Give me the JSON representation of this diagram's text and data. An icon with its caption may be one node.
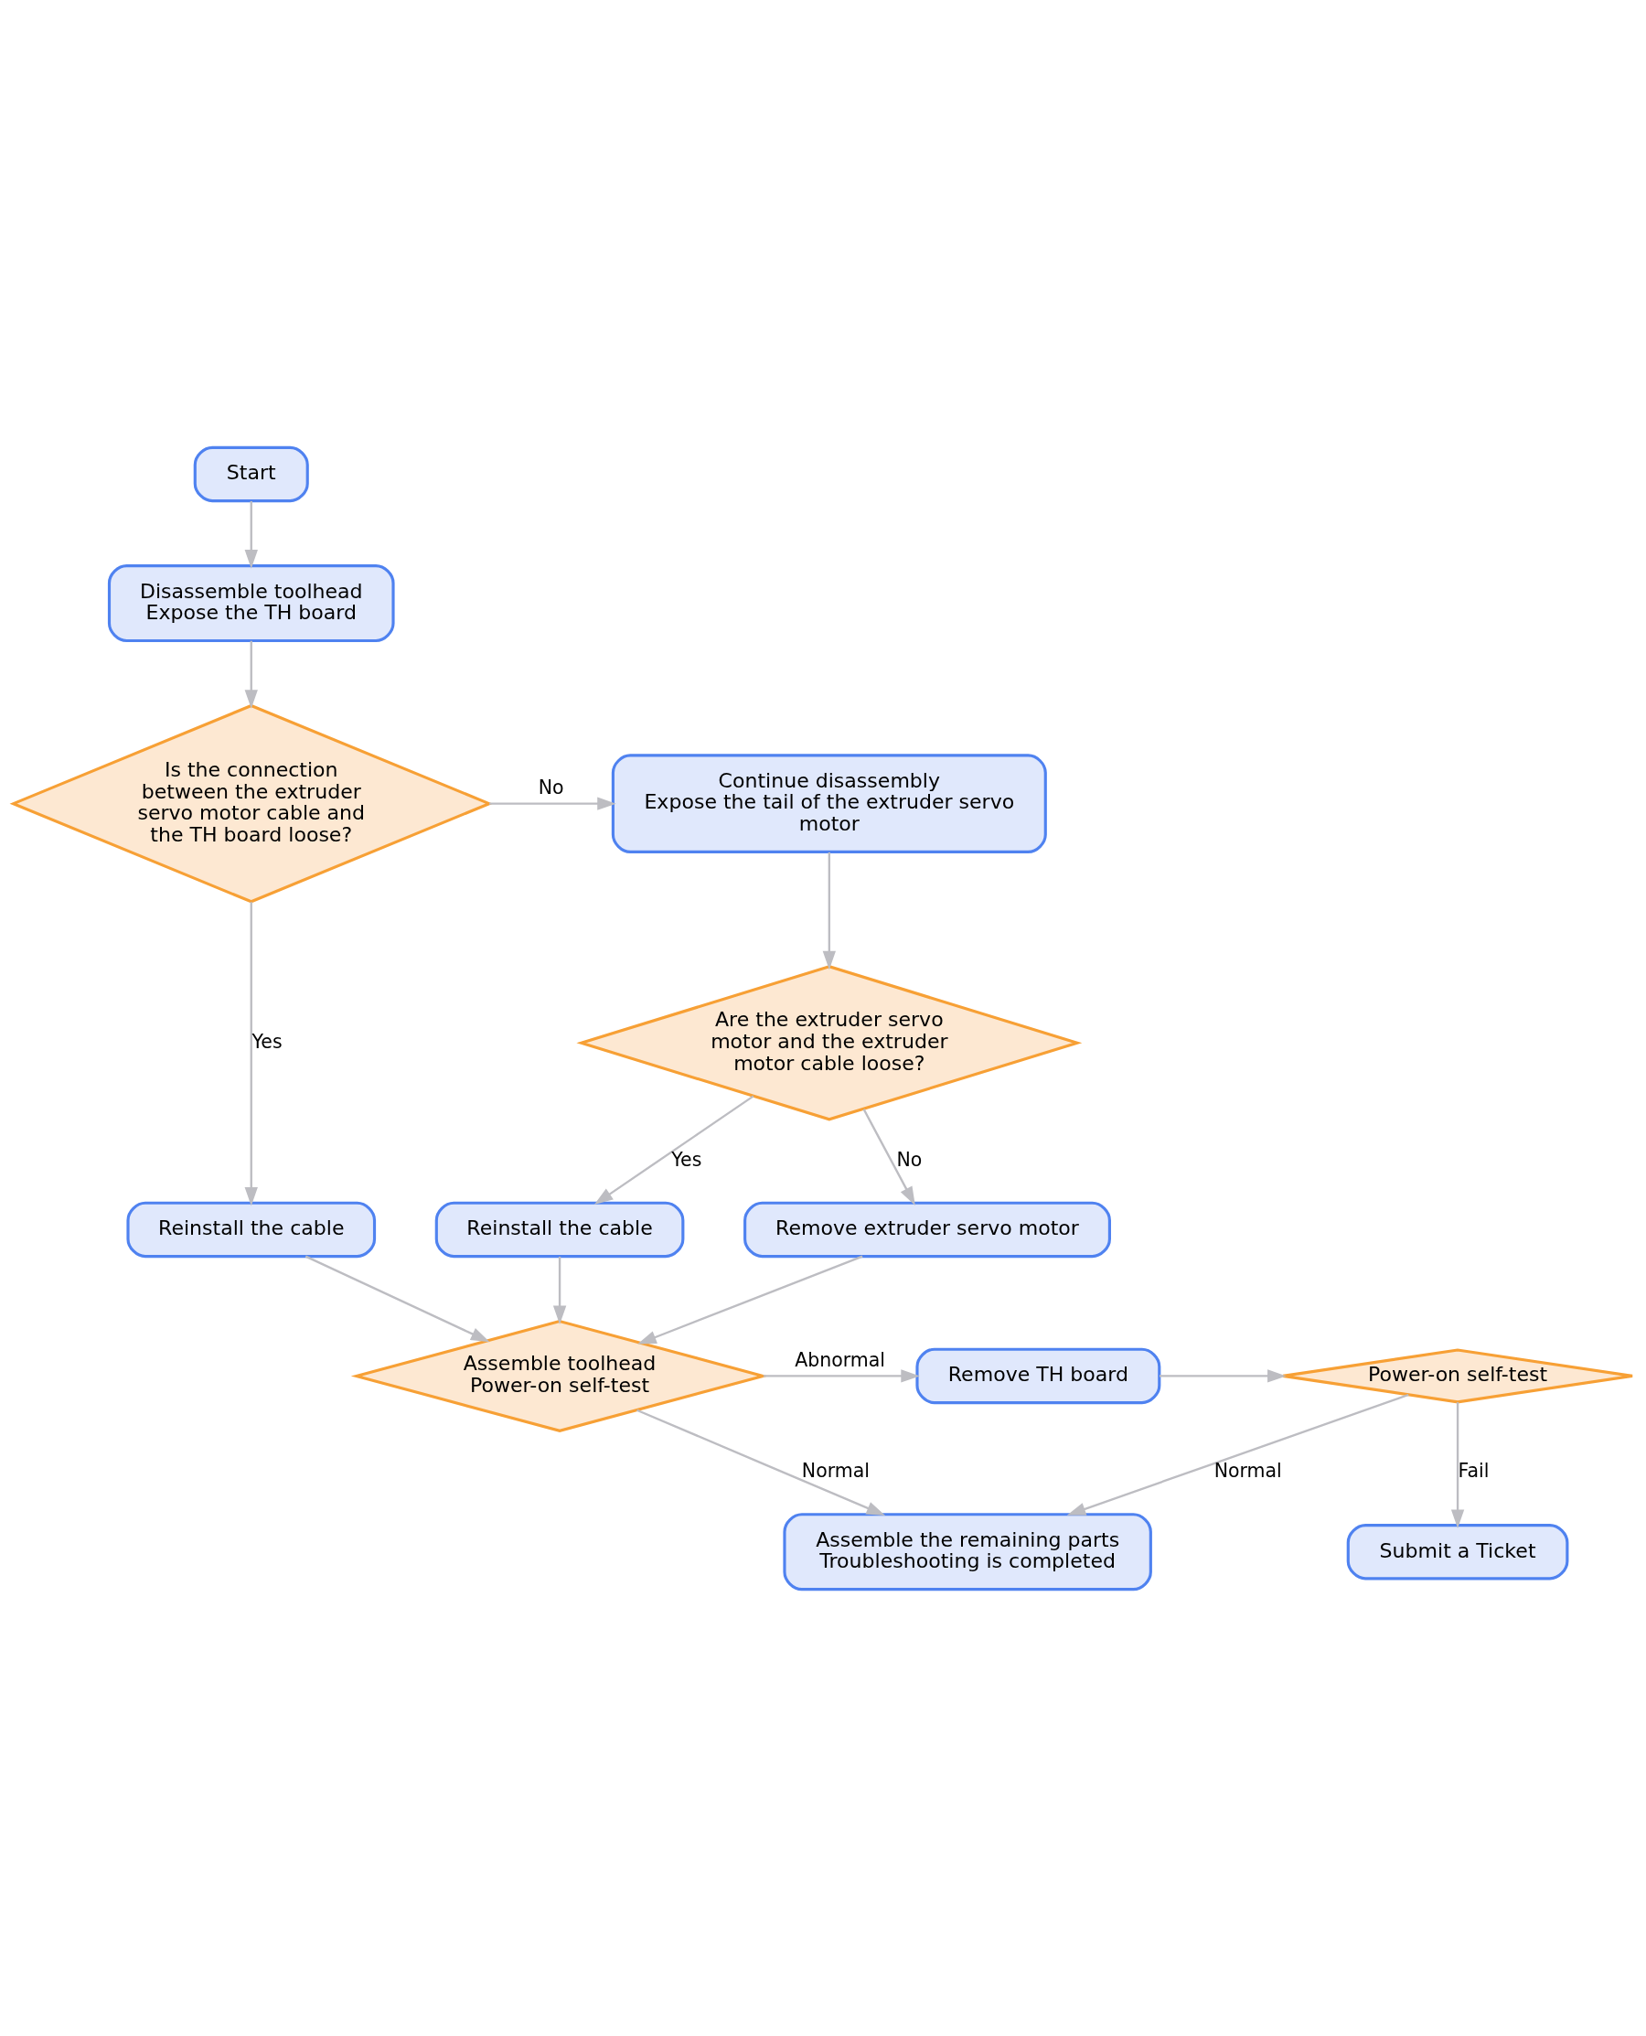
{
  "diagram": {
    "nodes": [
      {
        "text": [
          "Start"
        ]
      },
      {
        "text": [
          "Disassemble toolhead",
          "Expose the TH board"
        ]
      },
      {
        "text": [
          "Is the connection between the extruder servo motor cable and the TH board loose?"
        ]
      },
      {
        "text": [
          "Continue disassembly",
          "Expose the tail of the extruder servo motor"
        ]
      },
      {
        "text": [
          "Are the extruder servo motor and the extruder motor cable loose?"
        ]
      },
      {
        "text": [
          "Reinstall the cable"
        ]
      },
      {
        "text": [
          "Reinstall the cable"
        ]
      },
      {
        "text": [
          "Remove extruder servo motor"
        ]
      },
      {
        "text": [
          "Assemble toolhead",
          "Power-on self-test"
        ]
      },
      {
        "text": [
          "Remove TH board"
        ]
      },
      {
        "text": [
          "Power-on self-test"
        ]
      },
      {
        "text": [
          "Assemble the remaining parts",
          "Troubleshooting is completed"
        ]
      },
      {
        "text": [
          "Submit a Ticket"
        ]
      }
    ],
    "edges": [
      {
        "from": 0,
        "to": 1,
        "arrow": "to"
      },
      {
        "from": 1,
        "to": 2,
        "arrow": "to"
      },
      {
        "from": 2,
        "to": 3,
        "arrow": "to",
        "label": "No"
      },
      {
        "from": 2,
        "to": 5,
        "arrow": "to",
        "label": "Yes"
      },
      {
        "from": 3,
        "to": 4,
        "arrow": "to"
      },
      {
        "from": 4,
        "to": 6,
        "arrow": "to",
        "label": "Yes"
      },
      {
        "from": 4,
        "to": 7,
        "arrow": "to",
        "label": "No"
      },
      {
        "from": 5,
        "to": 8,
        "arrow": "to"
      },
      {
        "from": 6,
        "to": 8,
        "arrow": "to"
      },
      {
        "from": 7,
        "to": 8,
        "arrow": "to"
      },
      {
        "from": 8,
        "to": 9,
        "arrow": "to",
        "label": "Abnormal"
      },
      {
        "from": 8,
        "to": 11,
        "arrow": "to",
        "label": "Normal"
      },
      {
        "from": 9,
        "to": 10,
        "arrow": "to"
      },
      {
        "from": 10,
        "to": 11,
        "arrow": "to",
        "label": "Normal"
      },
      {
        "from": 10,
        "to": 12,
        "arrow": "to",
        "label": "Fail"
      }
    ]
  }
}
